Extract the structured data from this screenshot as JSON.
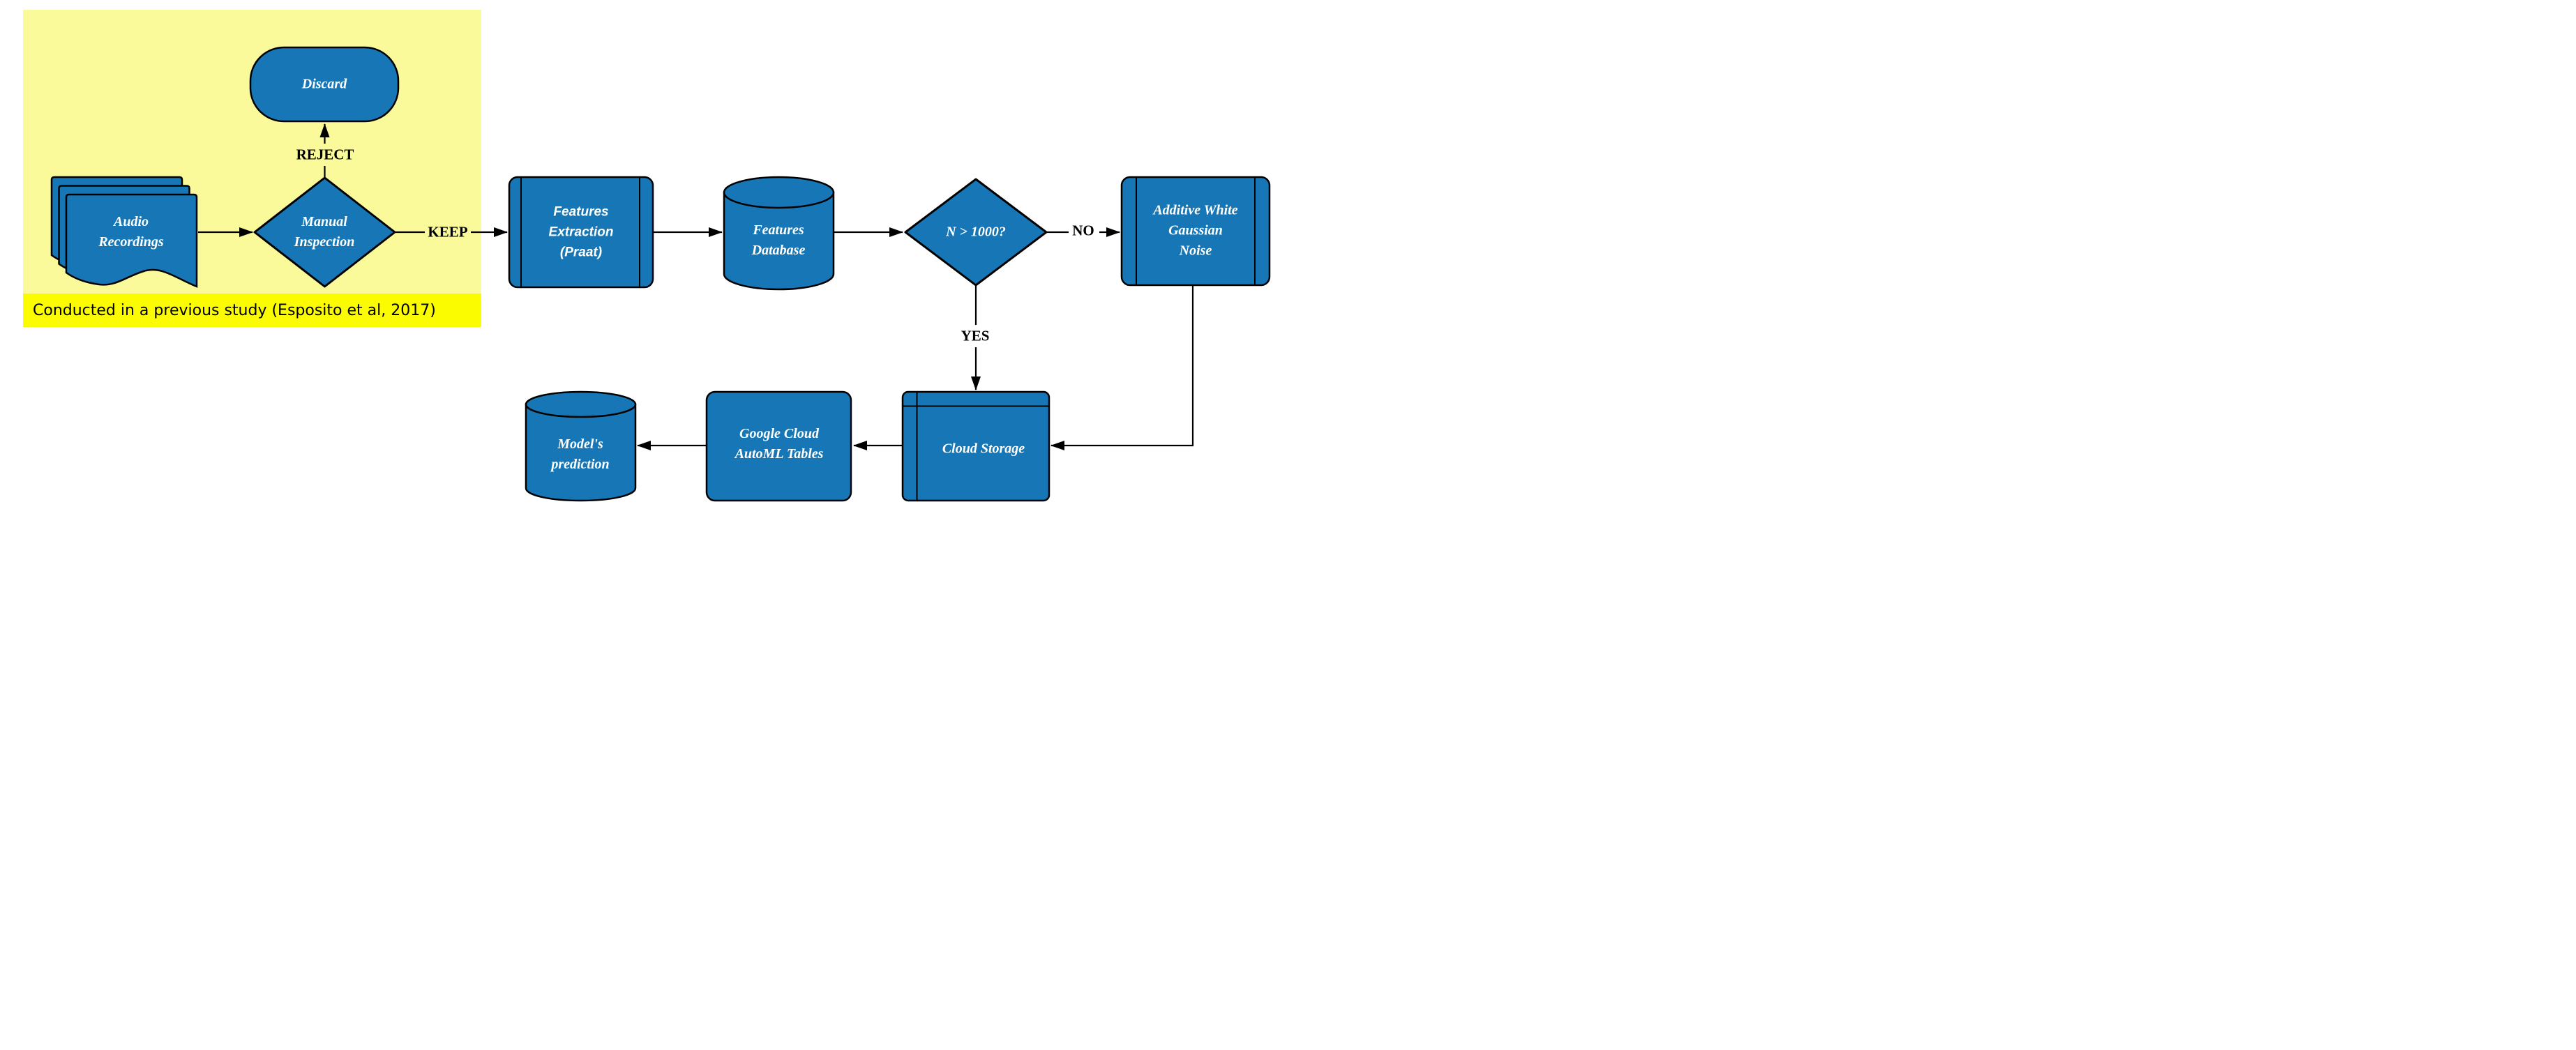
{
  "region": {
    "caption": "Conducted in a previous study (Esposito et al, 2017)"
  },
  "palette": {
    "node_fill": "#1777b6",
    "node_text": "#ffffff",
    "outline": "#000000",
    "previous_study_bg": "#fafa9a",
    "caption_bg": "#fcfc00",
    "edge_label_text": "#000000"
  },
  "nodes": {
    "audio_recordings": {
      "shape": "document-stack",
      "lines": [
        "Audio",
        "Recordings"
      ]
    },
    "manual_inspection": {
      "shape": "decision-diamond",
      "lines": [
        "Manual",
        "Inspection"
      ]
    },
    "discard": {
      "shape": "terminator",
      "lines": [
        "Discard"
      ]
    },
    "features_extraction": {
      "shape": "predefined-process",
      "lines": [
        "Features",
        "Extraction",
        "(Praat)"
      ]
    },
    "features_database": {
      "shape": "database-cylinder",
      "lines": [
        "Features",
        "Database"
      ]
    },
    "size_check": {
      "shape": "decision-diamond",
      "lines": [
        "N > 1000?"
      ]
    },
    "awgn": {
      "shape": "predefined-process",
      "lines": [
        "Additive White",
        "Gaussian",
        "Noise"
      ]
    },
    "cloud_storage": {
      "shape": "internal-storage",
      "lines": [
        "Cloud Storage"
      ]
    },
    "automl": {
      "shape": "rounded-process",
      "lines": [
        "Google Cloud",
        "AutoML Tables"
      ]
    },
    "models_prediction": {
      "shape": "database-cylinder",
      "lines": [
        "Model's",
        "prediction"
      ]
    }
  },
  "edge_labels": {
    "reject": "REJECT",
    "keep": "KEEP",
    "no": "NO",
    "yes": "YES"
  }
}
